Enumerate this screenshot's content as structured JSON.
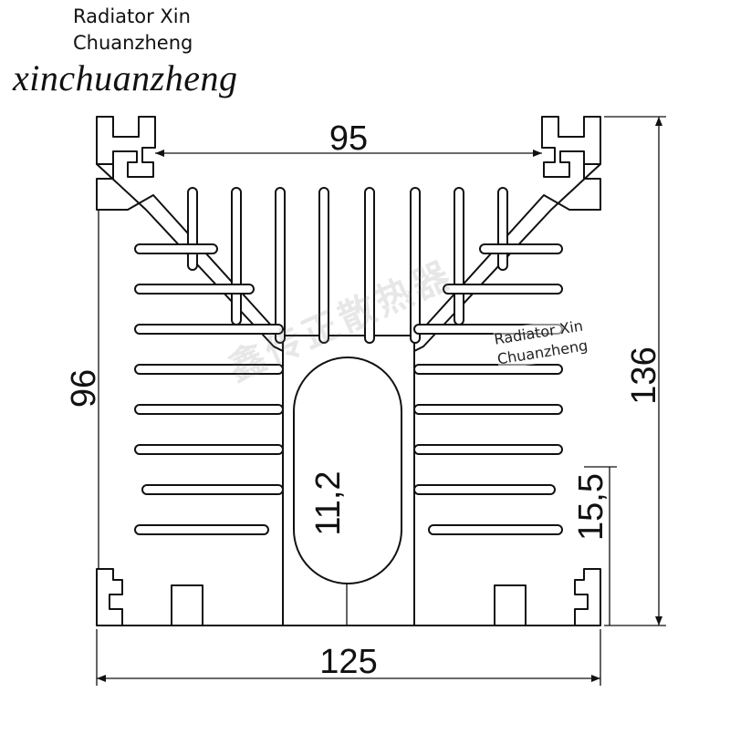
{
  "watermarks": {
    "top_line1": "Radiator Xin",
    "top_line2": "Chuanzheng",
    "script": "xinchuanzheng",
    "mid_line1": "Radiator Xin",
    "mid_line2": "Chuanzheng",
    "chinese": "鑫传正散热器"
  },
  "dimensions": {
    "inner_width": "95",
    "total_width": "125",
    "left_height": "96",
    "total_height": "136",
    "slot_height": "11,2",
    "fin_gap": "15,5"
  },
  "colors": {
    "stroke": "#111111",
    "background": "#ffffff"
  }
}
